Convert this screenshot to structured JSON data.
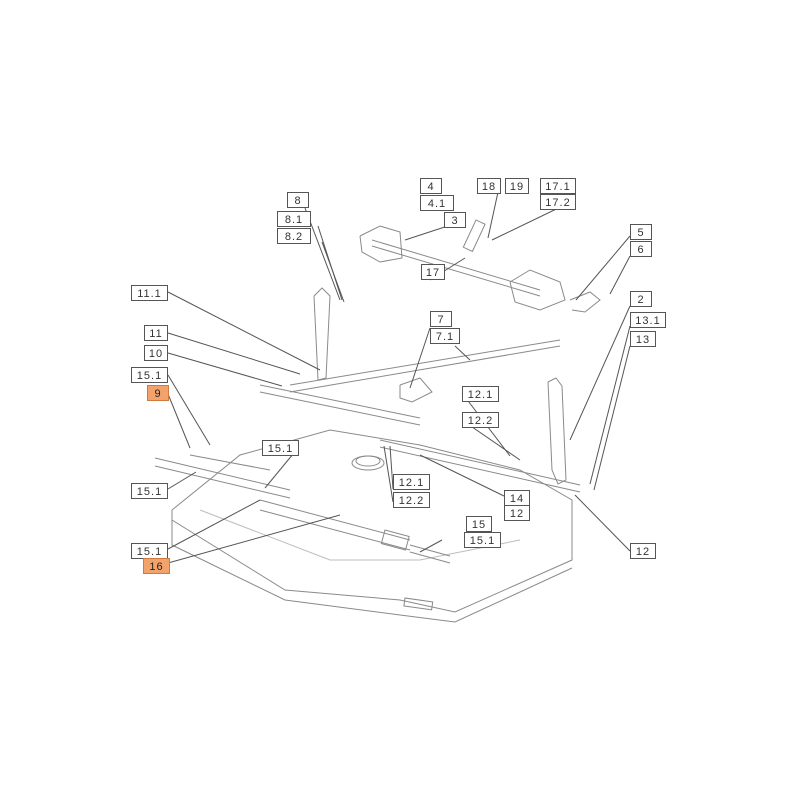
{
  "labels": {
    "l8": "8",
    "l8_1": "8.1",
    "l8_2": "8.2",
    "l4": "4",
    "l4_1": "4.1",
    "l3": "3",
    "l18": "18",
    "l19": "19",
    "l17_1": "17.1",
    "l17_2": "17.2",
    "l17": "17",
    "l5": "5",
    "l6": "6",
    "l2": "2",
    "l13_1": "13.1",
    "l13": "13",
    "l11_1": "11.1",
    "l11": "11",
    "l10": "10",
    "l7": "7",
    "l7_1": "7.1",
    "l15_1_a": "15.1",
    "l9": "9",
    "l15_1_b": "15.1",
    "l15_1_c": "15.1",
    "l12_1_a": "12.1",
    "l12_2_a": "12.2",
    "l12_1_b": "12.1",
    "l12_2_b": "12.2",
    "l14": "14",
    "l12_a": "12",
    "l15": "15",
    "l15_1_d": "15.1",
    "l15_1_e": "15.1",
    "l16": "16",
    "l12_b": "12"
  },
  "highlight_color": "#f2a36c"
}
